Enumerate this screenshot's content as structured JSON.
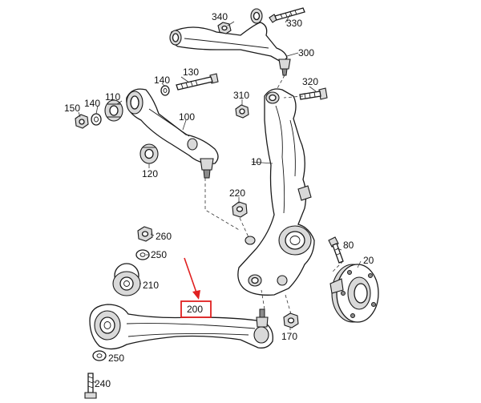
{
  "labels": {
    "p10": "10",
    "p20": "20",
    "p80": "80",
    "p100": "100",
    "p110": "110",
    "p120": "120",
    "p130": "130",
    "p140a": "140",
    "p140b": "140",
    "p150": "150",
    "p170": "170",
    "p200": "200",
    "p210": "210",
    "p220": "220",
    "p240": "240",
    "p250a": "250",
    "p250b": "250",
    "p260": "260",
    "p300": "300",
    "p310": "310",
    "p320": "320",
    "p330": "330",
    "p340": "340"
  },
  "colors": {
    "highlight": "#e02020",
    "line": "#1a1a1a",
    "shade": "#d9d9d9"
  }
}
